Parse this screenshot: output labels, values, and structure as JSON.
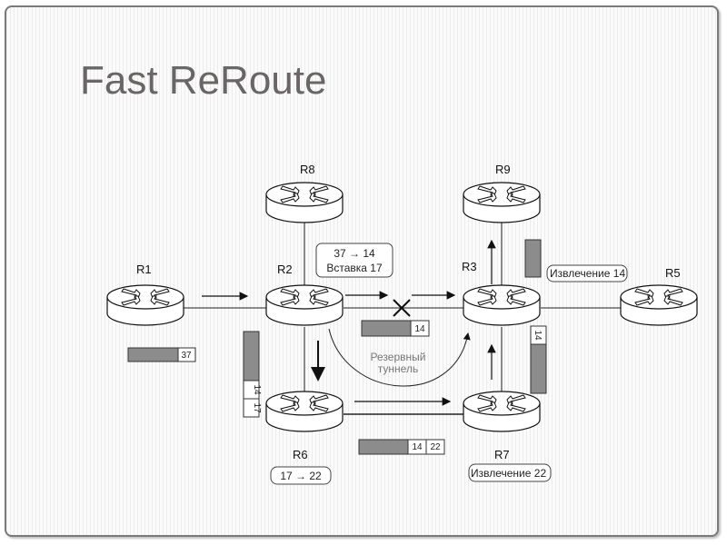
{
  "slide": {
    "title": "Fast ReRoute"
  },
  "routers": [
    {
      "id": "R1",
      "label": "R1"
    },
    {
      "id": "R2",
      "label": "R2"
    },
    {
      "id": "R3",
      "label": "R3"
    },
    {
      "id": "R5",
      "label": "R5"
    },
    {
      "id": "R6",
      "label": "R6"
    },
    {
      "id": "R7",
      "label": "R7"
    },
    {
      "id": "R8",
      "label": "R8"
    },
    {
      "id": "R9",
      "label": "R9"
    }
  ],
  "notes": {
    "r2_swap_line1": "37 → 14",
    "r2_swap_line2": "Вставка 17",
    "r3_pop": "Извлечение 14",
    "r6_swap": "17 → 22",
    "r7_pop": "Извлечение 22",
    "tunnel_line1": "Резервный",
    "tunnel_line2": "туннель"
  },
  "packets": {
    "r1_r2": {
      "labels": [
        "37"
      ]
    },
    "r2_r3": {
      "labels": [
        "14"
      ]
    },
    "r2_r6": {
      "labels": [
        "14",
        "17"
      ]
    },
    "r6_r7": {
      "labels": [
        "14",
        "22"
      ]
    },
    "r7_r3": {
      "labels": [
        "14"
      ]
    }
  },
  "link_failure": {
    "between": [
      "R2",
      "R3"
    ],
    "marker": "X"
  },
  "colors": {
    "packet_fill": "#8c8c8c",
    "title": "#6b6666",
    "line": "#222222"
  }
}
